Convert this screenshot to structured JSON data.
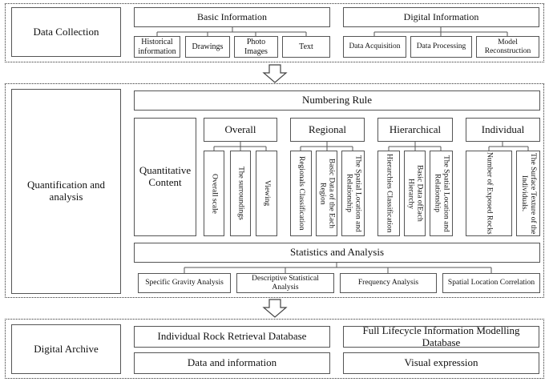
{
  "data_collection": {
    "label": "Data Collection",
    "basic_information": {
      "title": "Basic Information",
      "items": [
        "Historical information",
        "Drawings",
        "Photo Images",
        "Text"
      ]
    },
    "digital_information": {
      "title": "Digital Information",
      "items": [
        "Data Acquisition",
        "Data Processing",
        "Model Reconstruction"
      ]
    }
  },
  "quantification": {
    "label": "Quantification and analysis",
    "numbering_rule": "Numbering Rule",
    "quantitative_content": "Quantitative Content",
    "groups": [
      {
        "title": "Overall",
        "items": [
          "Overall scale",
          "The surroundings",
          "Viewing"
        ]
      },
      {
        "title": "Regional",
        "items": [
          "Regionals Classification",
          "Basic Data of the Each Region",
          "The Spatial Location and Relationship"
        ]
      },
      {
        "title": "Hierarchical",
        "items": [
          "Hierarchies Classification",
          "Basic Data ofEach Hierarchy",
          "The Spatial Location and Relationship"
        ]
      },
      {
        "title": "Individual",
        "items": [
          "Number of Exposed Rocks",
          "The Surface Texture of the Individuals."
        ]
      }
    ],
    "statistics": {
      "title": "Statistics and Analysis",
      "items": [
        "Specific Gravity Analysis",
        "Descriptive Statistical Analysis",
        "Frequency Analysis",
        "Spatial Location Correlation"
      ]
    }
  },
  "digital_archive": {
    "label": "Digital Archive",
    "boxes": [
      "Individual Rock Retrieval Database",
      "Full Lifecycle Information Modelling Database",
      "Data and information",
      "Visual expression"
    ]
  }
}
